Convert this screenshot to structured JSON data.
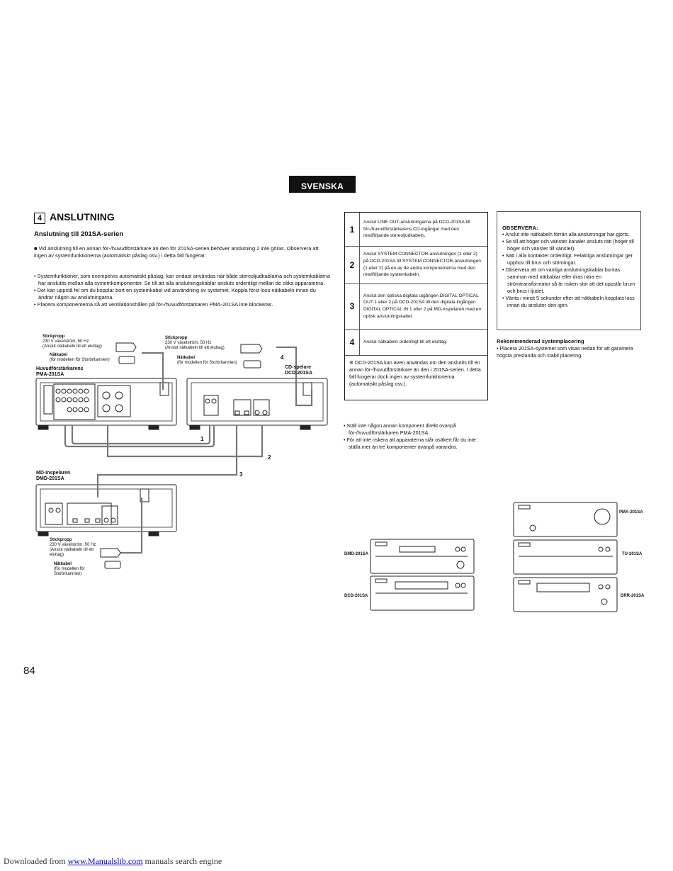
{
  "language_tab": "SVENSKA",
  "section": {
    "number": "4",
    "title": "ANSLUTNING"
  },
  "subheading": "Anslutning till 201SA-serien",
  "intro": "■  Vid anslutning till en annan för-/huvudförstärkare än den för 201SA-serien behöver anslutning 2 inte göras. Observera att ingen av systemfunktionerna (automatiskt påslag osv.) i detta fall fungerar.",
  "bullets": [
    "• Systemfunktioner, som exempelvis automatiskt påslag, kan endast användas när både stereoljudkablarna och systemkablarna har anslutits mellan alla systemkomponenter. Se till att alla anslutningskablar ansluts ordentligt mellan de olika apparaterna.",
    "• Det kan uppstå fel om du kopplar bort en systemkabel vid användning av systemet. Koppla först loss nätkabeln innan du ändrar någon av anslutningarna.",
    "• Placera komponenterna så att ventilationshålen på för-/huvudförstärkaren PMA-201SA inte blockeras."
  ],
  "steps": [
    {
      "num": "1",
      "text": "Anslut LINE OUT-anslutningarna på DCD-201SA till för-/huvudförstärkarens CD-ingångar med den medföljande stereoljudkabeln."
    },
    {
      "num": "2",
      "text": "Anslut SYSTEM CONNECTOR-anslutningen (1 eller 2) på DCD-201SA till SYSTEM CONNECTOR-anslutningen (1 eller 2) på en av de andra komponenterna med den medföljande systemkabeln."
    },
    {
      "num": "3",
      "text": "Anslut den optiska digitala utgången DIGITAL OPTICAL OUT 1 eller 2 på DCD-201SA till den digitala ingången DIGITAL OPTICAL IN 1 eller 2 på MD-inspelaren med en optisk anslutningskabel."
    },
    {
      "num": "4",
      "text": "Anslut nätkabeln ordentligt till ett eluttag."
    }
  ],
  "steps_note": "❄  DCD-201SA kan även användas om den anslutits till en annan för-/huvudförstärkare än den i 201SA-serien. I detta fall fungerar dock ingen av systemfunktionerna (automatiskt påslag osv.).",
  "observera": {
    "title": "OBSERVERA:",
    "items": [
      "• Anslut inte nätkabeln förrän alla anslutningar har gjorts.",
      "• Se till att höger och vänster kanaler ansluts rätt (höger till höger och vänster till vänster).",
      "• Sätt i alla kontakter ordentligt. Felaktiga anslutningar ger upphov till brus och störningar.",
      "• Observera att om vanliga anslutningskablar buntas samman med nätkablar eller dras nära en strömtransformator så är risken stor att det uppstår brum och brus i ljudet.",
      "• Vänta i minst 5 sekunder efter att nätkabeln kopplats loss innan du ansluter den igen."
    ]
  },
  "recommended": {
    "title": "Rekommenderad systemplacering",
    "text": "• Placera 201SA-systemet som visas nedan för att garantera högsta prestanda och stabil placering."
  },
  "warnings": [
    "• Ställ inte någon annan komponent direkt ovanpå för-/huvudförstärkaren PMA-201SA.",
    "• För att inte riskera att apparaterna står osäkert får du inte ställa mer än tre komponenter ovanpå varandra."
  ],
  "diagram": {
    "plug1": {
      "title": "Stickpropp",
      "l1": "230 V växelström, 50 Hz",
      "l2": "(Anslut nätkabeln till ett eluttag)"
    },
    "cable1": {
      "title": "Nätkabel",
      "l1": "(för modellen för Storbritannien)"
    },
    "plug2": {
      "title": "Stickpropp",
      "l1": "230 V växelström, 50 Hz",
      "l2": "(Anslut nätkabeln till ett eluttag)"
    },
    "cable2": {
      "title": "Nätkabel",
      "l1": "(för modellen för Storbritannien)"
    },
    "amp": {
      "name": "Huvudförstärkarens",
      "model": "PMA-201SA"
    },
    "cd": {
      "name": "CD-spelare",
      "model": "DCD-201SA"
    },
    "md": {
      "name": "MD-inspelaren",
      "model": "DMD-201SA"
    },
    "plug3": {
      "title": "Stickpropp",
      "l1": "230 V växelström, 50 Hz",
      "l2": "(Anslut nätkabeln till ett",
      "l3": "eluttag)"
    },
    "cable3": {
      "title": "Nätkabel",
      "l1": "(för modellen för",
      "l2": "Storbritannien)"
    },
    "num1": "1",
    "num2": "2",
    "num3": "3",
    "num4": "4"
  },
  "placement": {
    "pma": "PMA-201SA",
    "dmd": "DMD-201SA",
    "tu": "TU-201SA",
    "dcd": "DCD-201SA",
    "drr": "DRR-201SA"
  },
  "page_number": "84",
  "footer": {
    "prefix": "Downloaded from ",
    "link": "www.Manualslib.com",
    "suffix": " manuals search engine"
  }
}
